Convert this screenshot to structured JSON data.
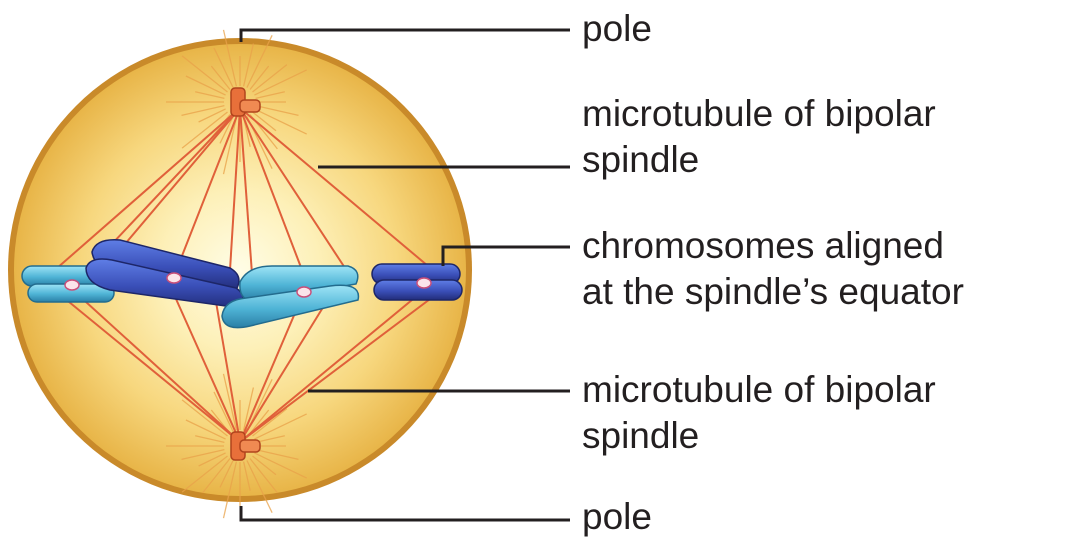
{
  "diagram": {
    "labels": {
      "pole_top": "pole",
      "microtubule_top": [
        "microtubule of bipolar",
        "spindle"
      ],
      "chromosomes": [
        "chromosomes aligned",
        "at the spindle’s equator"
      ],
      "microtubule_bottom": [
        "microtubule of bipolar",
        "spindle"
      ],
      "pole_bottom": "pole"
    },
    "colors": {
      "cell_fill": "#f2c45e",
      "cell_rim": "#c98a2a",
      "spindle_fibers": "#e0603a",
      "centrosome": "#e8703a",
      "chromosome_dark": "#3a4fb8",
      "chromosome_light": "#4fb4d6",
      "leader_lines": "#231f20"
    },
    "icons": [
      "cell-icon",
      "centrosome-icon",
      "chromosome-icon"
    ]
  }
}
